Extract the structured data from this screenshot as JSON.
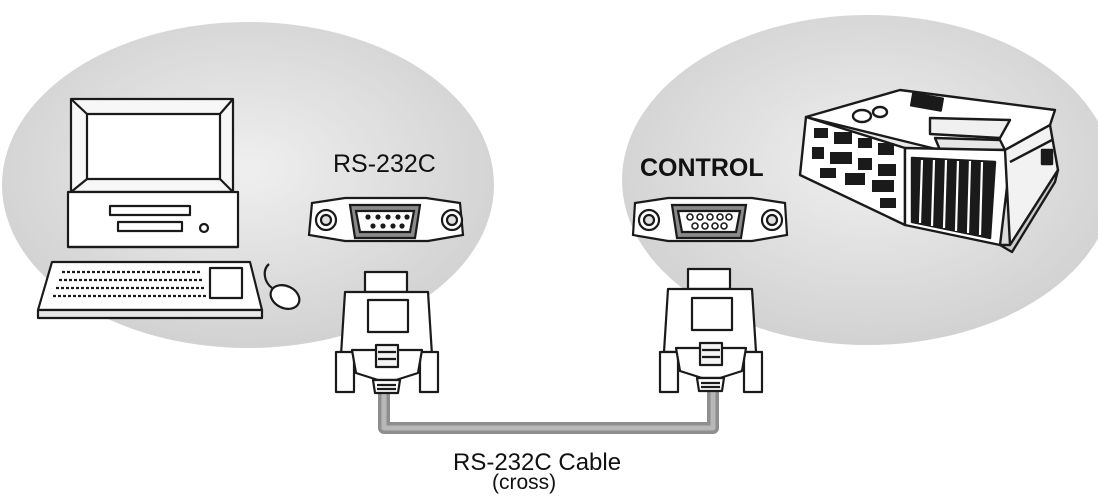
{
  "labels": {
    "left_port": "RS-232C",
    "right_port": "CONTROL",
    "cable": "RS-232C Cable",
    "cable_note": "(cross)"
  },
  "colors": {
    "bubble": "#dcdcdc",
    "stroke": "#1a1a1a",
    "cable": "#9a9a9a",
    "background": "#ffffff"
  },
  "icons": {
    "computer": "desktop-computer-icon",
    "projector": "projector-icon",
    "left_port": "db9-serial-port-icon",
    "right_port": "db9-serial-port-icon",
    "connectors": "db9-plug-icon"
  }
}
